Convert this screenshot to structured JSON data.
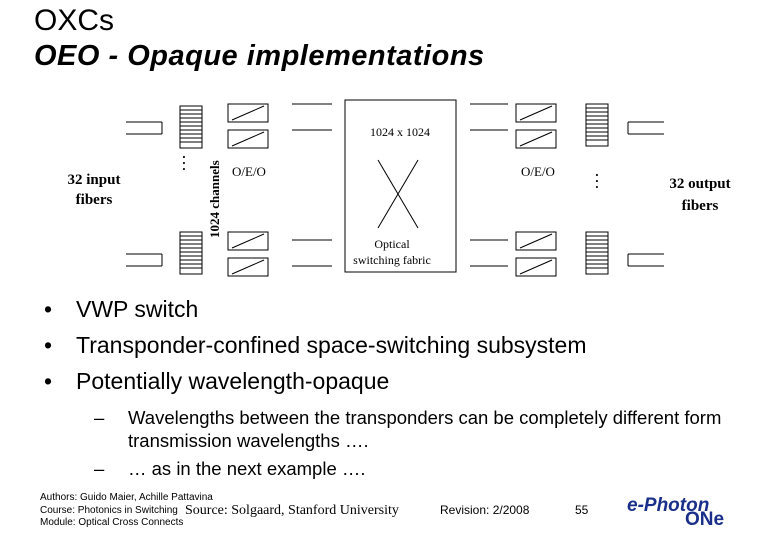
{
  "slide": {
    "title": "OXCs",
    "subtitle": "OEO - Opaque implementations"
  },
  "diagram": {
    "input_label_line1": "32 input",
    "input_label_line2": "fibers",
    "output_label_line1": "32 output",
    "output_label_line2": "fibers",
    "channels_label": "1024 channels",
    "oeo_left": "O/E/O",
    "oeo_right": "O/E/O",
    "fabric_size": "1024 x 1024",
    "fabric_line1": "Optical",
    "fabric_line2": "switching fabric",
    "ellipsis": "…",
    "line_color": "#000000",
    "fiber_color": "#000000"
  },
  "bullets": [
    {
      "text": "VWP switch",
      "sub": []
    },
    {
      "text": "Transponder-confined space-switching subsystem",
      "sub": []
    },
    {
      "text": "Potentially wavelength-opaque",
      "sub": [
        "Wavelengths between the transponders can be completely different form transmission wavelengths ….",
        "… as in the next example …."
      ]
    }
  ],
  "bullet_marker": "•",
  "sub_marker": "–",
  "footer": {
    "authors": "Authors: Guido Maier, Achille Pattavina",
    "course": "Course: Photonics in Switching",
    "module": "Module: Optical Cross Connects",
    "source": "Source: Solgaard, Stanford University",
    "revision": "Revision: 2/2008",
    "page": "55",
    "logo_line1": "e-Photon",
    "logo_line2": "ONe"
  }
}
